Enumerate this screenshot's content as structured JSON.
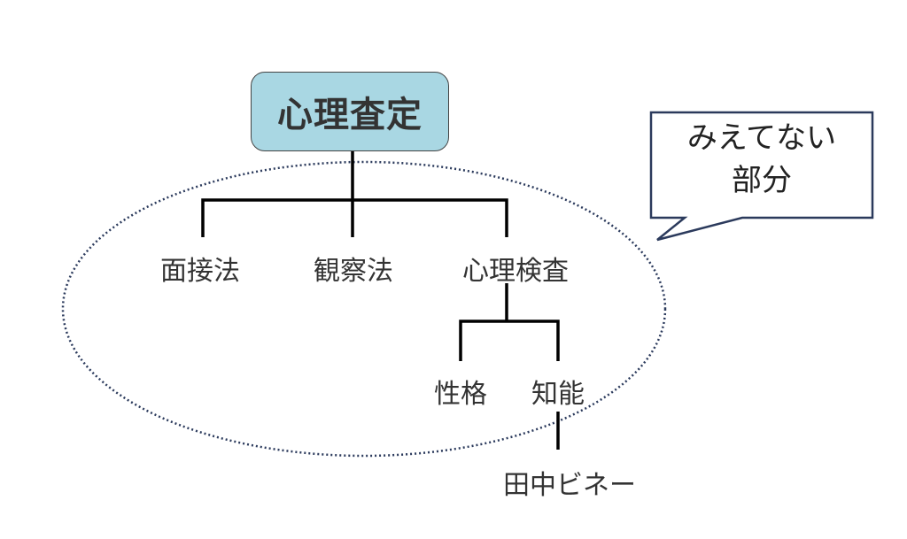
{
  "diagram": {
    "root": {
      "label": "心理査定"
    },
    "level1": [
      {
        "label": "面接法"
      },
      {
        "label": "観察法"
      },
      {
        "label": "心理検査"
      }
    ],
    "level2": [
      {
        "label": "性格"
      },
      {
        "label": "知能"
      }
    ],
    "level3": [
      {
        "label": "田中ビネー"
      }
    ],
    "callout": {
      "line1": "みえてない",
      "line2": "部分"
    }
  },
  "colors": {
    "root_fill": "#a9d7e3",
    "ellipse_stroke": "#2b3a5c",
    "callout_stroke": "#2b3a5c",
    "connector": "#000000"
  }
}
